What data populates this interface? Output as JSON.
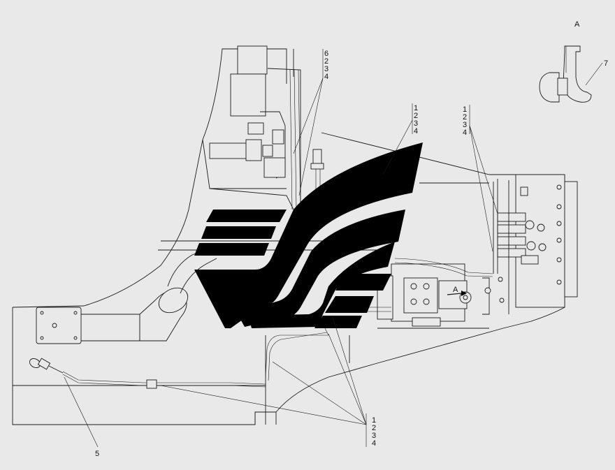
{
  "callouts": {
    "c_top": [
      "6",
      "2",
      "3",
      "4"
    ],
    "c_mid": [
      "1",
      "2",
      "3",
      "4"
    ],
    "c_right": [
      "1",
      "2",
      "3",
      "4"
    ],
    "c_bottom": [
      "1",
      "2",
      "3",
      "4"
    ],
    "c5": "5",
    "c7": "7"
  },
  "view": {
    "detail_title": "A",
    "section_marker": "A"
  },
  "colors": {
    "line": "#1a1a1a",
    "background": "#e9e9e9",
    "logo": "#000000"
  },
  "icons": {
    "logo": "chevron-logo-icon"
  }
}
